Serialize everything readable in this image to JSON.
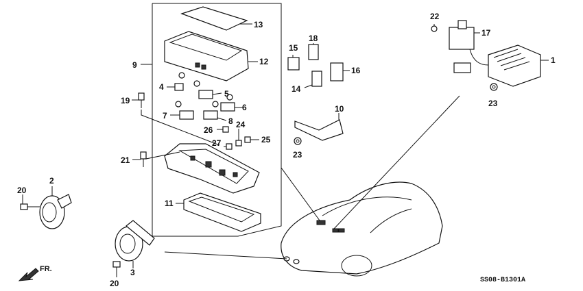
{
  "diagram": {
    "code": "SS08-B1301A",
    "direction_label": "FR.",
    "callouts": [
      {
        "id": "c1",
        "text": "1"
      },
      {
        "id": "c2",
        "text": "2"
      },
      {
        "id": "c3",
        "text": "3"
      },
      {
        "id": "c4",
        "text": "4"
      },
      {
        "id": "c5",
        "text": "5"
      },
      {
        "id": "c6",
        "text": "6"
      },
      {
        "id": "c7",
        "text": "7"
      },
      {
        "id": "c8",
        "text": "8"
      },
      {
        "id": "c9",
        "text": "9"
      },
      {
        "id": "c10",
        "text": "10"
      },
      {
        "id": "c11",
        "text": "11"
      },
      {
        "id": "c12",
        "text": "12"
      },
      {
        "id": "c13",
        "text": "13"
      },
      {
        "id": "c14",
        "text": "14"
      },
      {
        "id": "c15",
        "text": "15"
      },
      {
        "id": "c16",
        "text": "16"
      },
      {
        "id": "c17",
        "text": "17"
      },
      {
        "id": "c18",
        "text": "18"
      },
      {
        "id": "c19",
        "text": "19"
      },
      {
        "id": "c20a",
        "text": "20"
      },
      {
        "id": "c20b",
        "text": "20"
      },
      {
        "id": "c21",
        "text": "21"
      },
      {
        "id": "c22",
        "text": "22"
      },
      {
        "id": "c23a",
        "text": "23"
      },
      {
        "id": "c23b",
        "text": "23"
      },
      {
        "id": "c24",
        "text": "24"
      },
      {
        "id": "c25",
        "text": "25"
      },
      {
        "id": "c26",
        "text": "26"
      },
      {
        "id": "c27",
        "text": "27"
      }
    ]
  }
}
